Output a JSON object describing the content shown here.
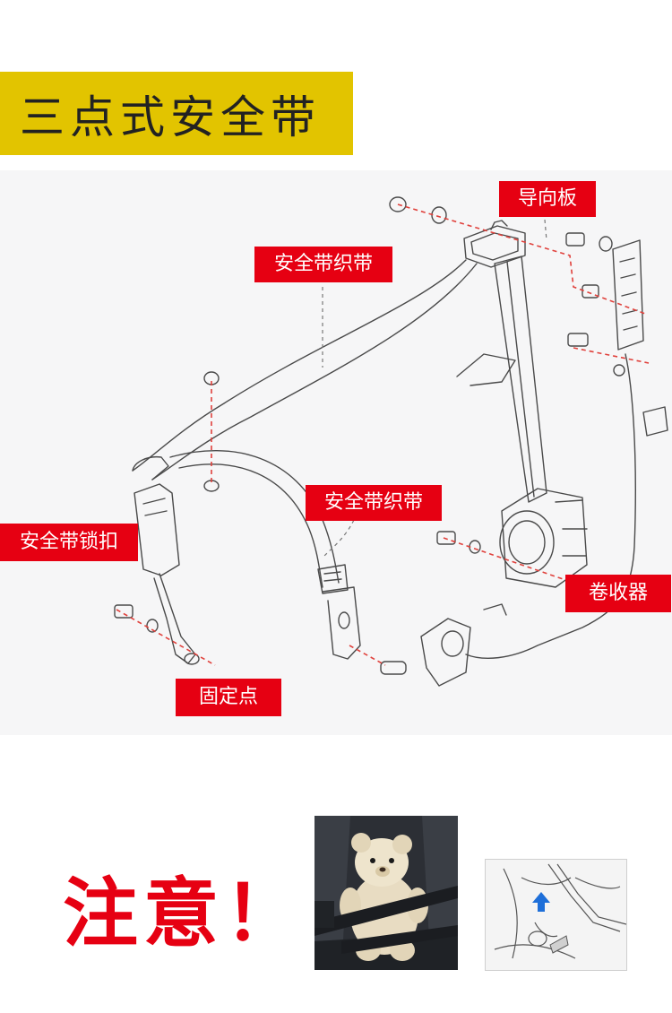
{
  "title": "三点式安全带",
  "labels": {
    "guide_plate": "导向板",
    "webbing_upper": "安全带织带",
    "webbing_lower": "安全带织带",
    "buckle": "安全带锁扣",
    "retractor": "卷收器",
    "anchor_point": "固定点"
  },
  "notice": "注意！",
  "colors": {
    "title_bar": "#e2c400",
    "label_bg": "#e60012",
    "label_text": "#ffffff",
    "notice_text": "#e60012",
    "leader_line": "#e0413c"
  },
  "images": {
    "photo": "teddy-bear-wearing-seatbelt-photo",
    "sketch": "seatbelt-fastening-sketch"
  }
}
